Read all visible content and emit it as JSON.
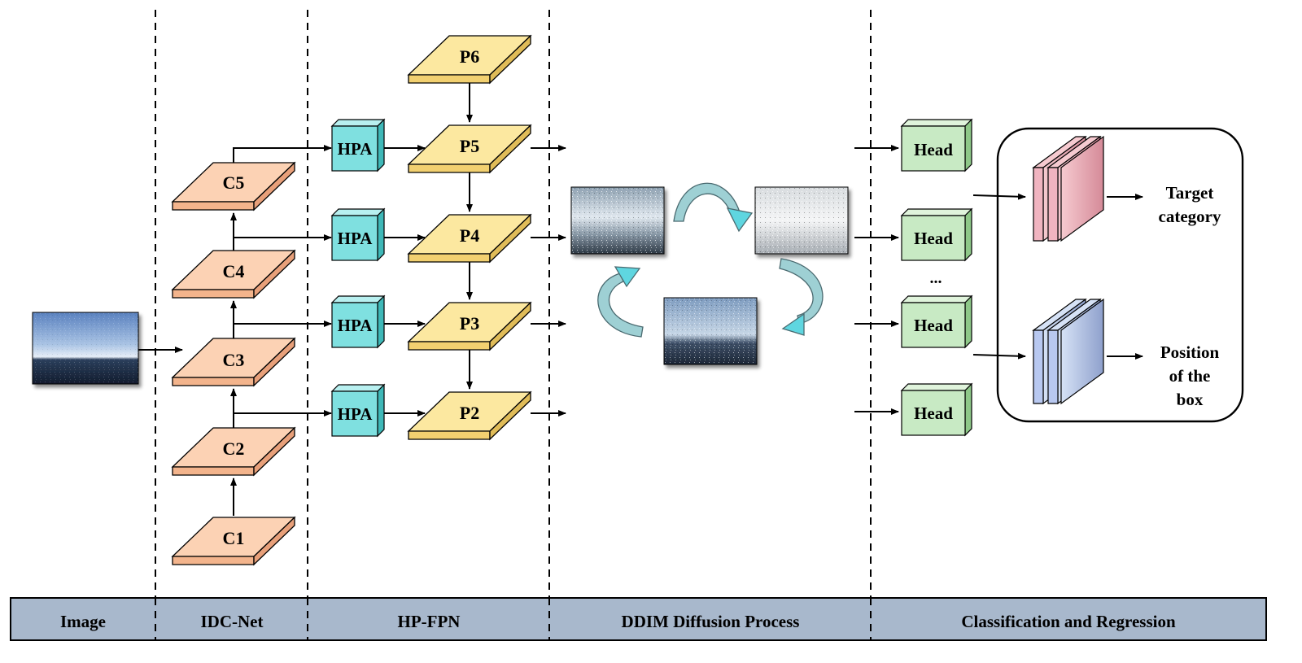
{
  "stages": [
    "Image",
    "IDC-Net",
    "HP-FPN",
    "DDIM Diffusion Process",
    "Classification and Regression"
  ],
  "backbone_layers": [
    "C1",
    "C2",
    "C3",
    "C4",
    "C5"
  ],
  "hpa_label": "HPA",
  "fpn_layers": [
    "P2",
    "P3",
    "P4",
    "P5",
    "P6"
  ],
  "head_label": "Head",
  "ellipsis": "...",
  "outputs": {
    "category_line1": "Target",
    "category_line2": "category",
    "position_line1": "Position",
    "position_line2": "of the",
    "position_line3": "box"
  },
  "colors": {
    "backbone": "#fcd2b4",
    "hpa": "#7fe0e0",
    "fpn": "#fce8a0",
    "head": "#c8eac4",
    "diffusion_arrow": "#8fe0e8",
    "category_stack": "#f0b4c0",
    "position_stack": "#b8c8f0",
    "stage_bar": "#a8b8cc"
  }
}
